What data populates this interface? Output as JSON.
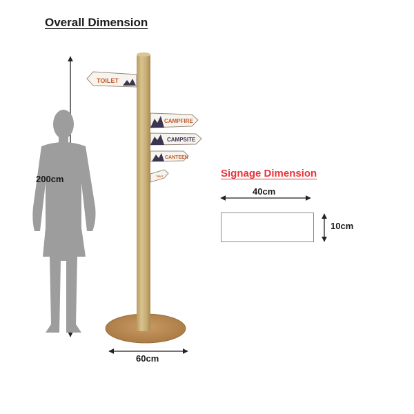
{
  "title": "Overall Dimension",
  "signage_title": "Signage Dimension",
  "dimensions": {
    "height": "200cm",
    "base_width": "60cm",
    "sign_width": "40cm",
    "sign_height": "10cm"
  },
  "signs": [
    "TOILET",
    "CAMPFIRE",
    "CAMPSITE",
    "CANTEEN",
    "TENT"
  ],
  "colors": {
    "title_red": "#e8343a",
    "pole": "#c9b07a",
    "base": "#b88a55",
    "person": "#9e9e9e",
    "sign_text": "#c05a2a"
  }
}
